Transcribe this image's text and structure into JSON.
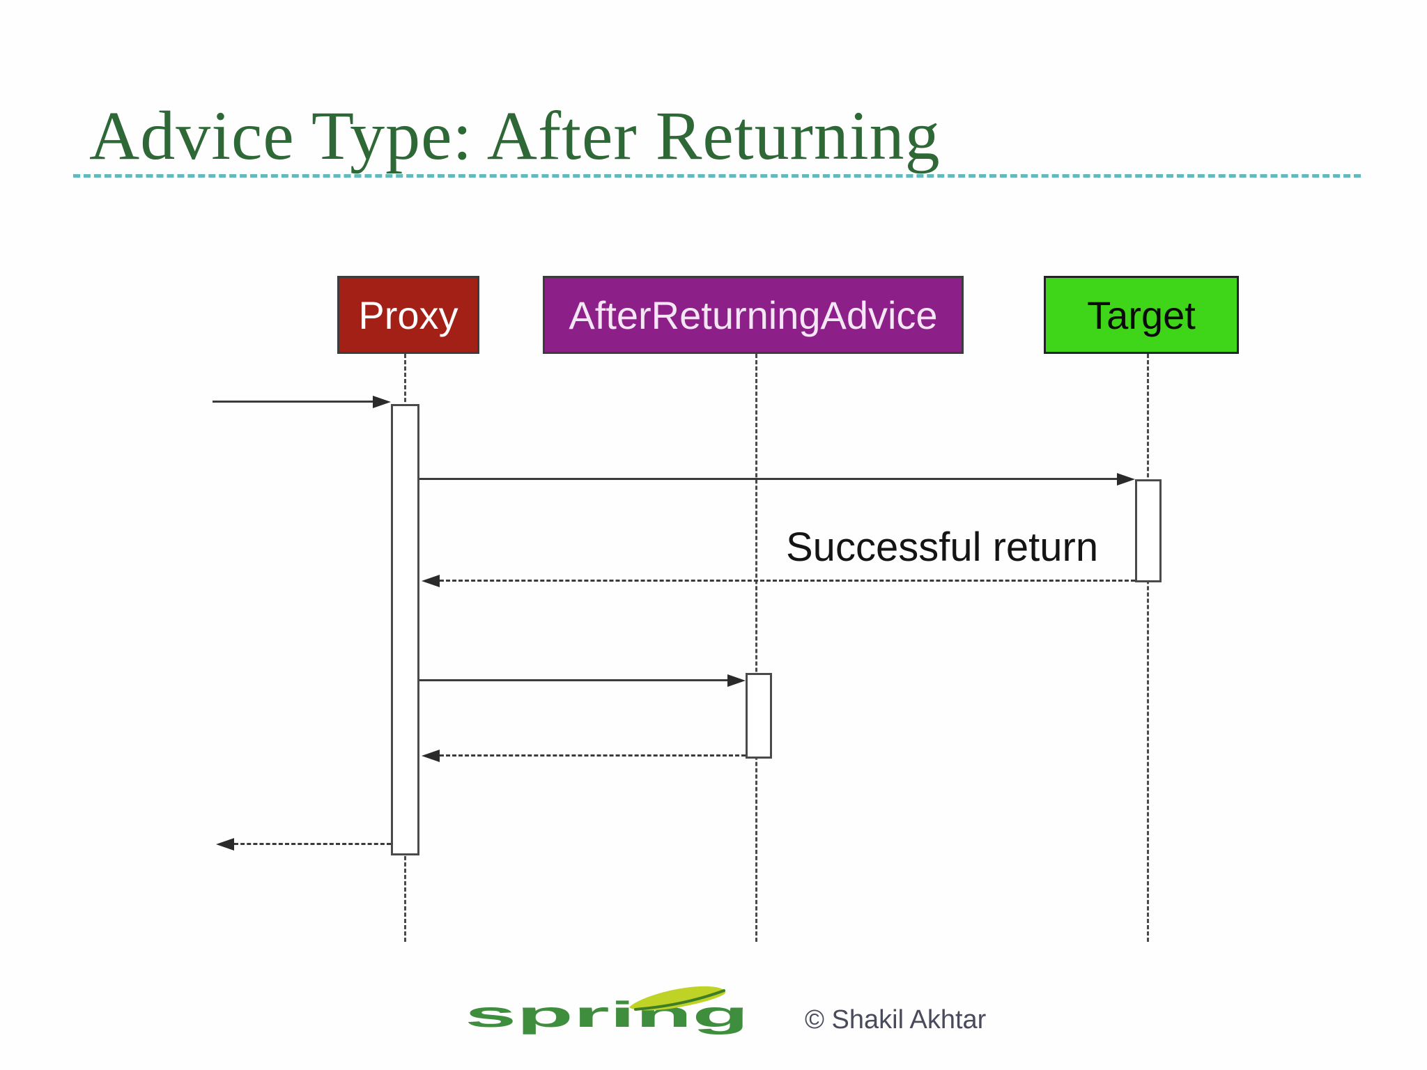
{
  "slide": {
    "title": "Advice Type: After Returning",
    "footer": {
      "logo_text": "spring",
      "copyright": "© Shakil Akhtar"
    }
  },
  "diagram": {
    "type": "uml-sequence",
    "actors": [
      {
        "name": "Proxy",
        "color": "#A32017",
        "text_color": "#FFFFFF"
      },
      {
        "name": "AfterReturningAdvice",
        "color": "#8C2088",
        "text_color": "#F4E6F4"
      },
      {
        "name": "Target",
        "color": "#3FD519",
        "text_color": "#0A0A0A"
      }
    ],
    "messages": [
      {
        "from": "caller",
        "to": "Proxy",
        "style": "solid",
        "label": ""
      },
      {
        "from": "Proxy",
        "to": "Target",
        "style": "solid",
        "label": ""
      },
      {
        "from": "Target",
        "to": "Proxy",
        "style": "dashed-return",
        "label": "Successful return"
      },
      {
        "from": "Proxy",
        "to": "AfterReturningAdvice",
        "style": "solid",
        "label": ""
      },
      {
        "from": "AfterReturningAdvice",
        "to": "Proxy",
        "style": "dashed-return",
        "label": ""
      },
      {
        "from": "Proxy",
        "to": "caller",
        "style": "dashed-return",
        "label": ""
      }
    ],
    "colors": {
      "message_line": "#3A3A3A",
      "lifeline": "#4A4A4A",
      "title_separator": "#64B9BD",
      "title_text": "#2E6836",
      "spring_green": "#3E8E3E",
      "leaf": "#BFD226",
      "copyright_text": "#494A5C"
    }
  }
}
